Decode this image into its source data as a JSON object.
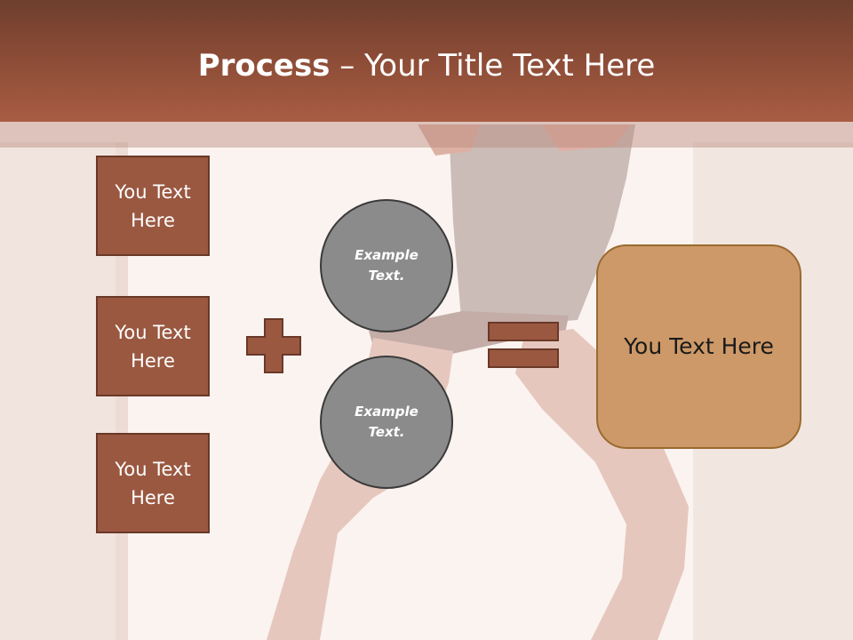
{
  "slide": {
    "title_bold": "Process",
    "title_rest": " – Your Title Text Here",
    "left_boxes": [
      {
        "label": "You Text Here"
      },
      {
        "label": "You Text Here"
      },
      {
        "label": "You Text Here"
      }
    ],
    "circles": [
      {
        "label": "Example Text."
      },
      {
        "label": "Example Text."
      }
    ],
    "operator_plus": "plus-icon",
    "operator_equals": "equals-icon",
    "result_label": "You Text Here"
  },
  "colors": {
    "header": "#a85d43",
    "left_box_fill": "#9a5840",
    "circle_fill": "#8b8b8b",
    "result_fill": "#cd9968"
  }
}
